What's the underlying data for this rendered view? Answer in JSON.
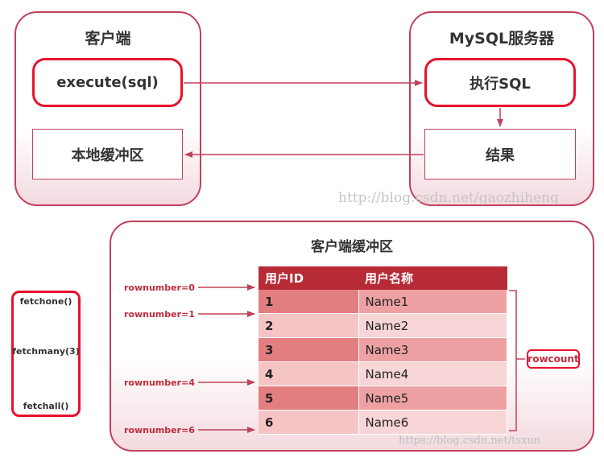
{
  "top": {
    "client_title": "客户端",
    "server_title": "MySQL服务器",
    "execute_label": "execute(sql)",
    "local_buffer_label": "本地缓冲区",
    "exec_sql_label": "执行SQL",
    "result_label": "结果",
    "watermark": "http://blog.csdn.net/gaozhiheng"
  },
  "bottom": {
    "buffer_title": "客户端缓冲区",
    "methods": [
      "fetchone()",
      "fetchmany(3)",
      "fetchall()"
    ],
    "row_pointers": [
      "rownumber=0",
      "rownumber=1",
      "rownumber=4",
      "rownumber=6"
    ],
    "table": {
      "headers": [
        "用户ID",
        "用户名称"
      ],
      "rows": [
        [
          "1",
          "Name1"
        ],
        [
          "2",
          "Name2"
        ],
        [
          "3",
          "Name3"
        ],
        [
          "4",
          "Name4"
        ],
        [
          "5",
          "Name5"
        ],
        [
          "6",
          "Name6"
        ]
      ]
    },
    "rowcount_label": "rowcount",
    "watermark": "https://blog.csdn.net/tsxun"
  },
  "colors": {
    "accent": "#c0415a",
    "highlight": "#e8112d",
    "header_bg": "#b72b36",
    "row_dark": "#e27d80",
    "row_light": "#f5c5c6"
  }
}
